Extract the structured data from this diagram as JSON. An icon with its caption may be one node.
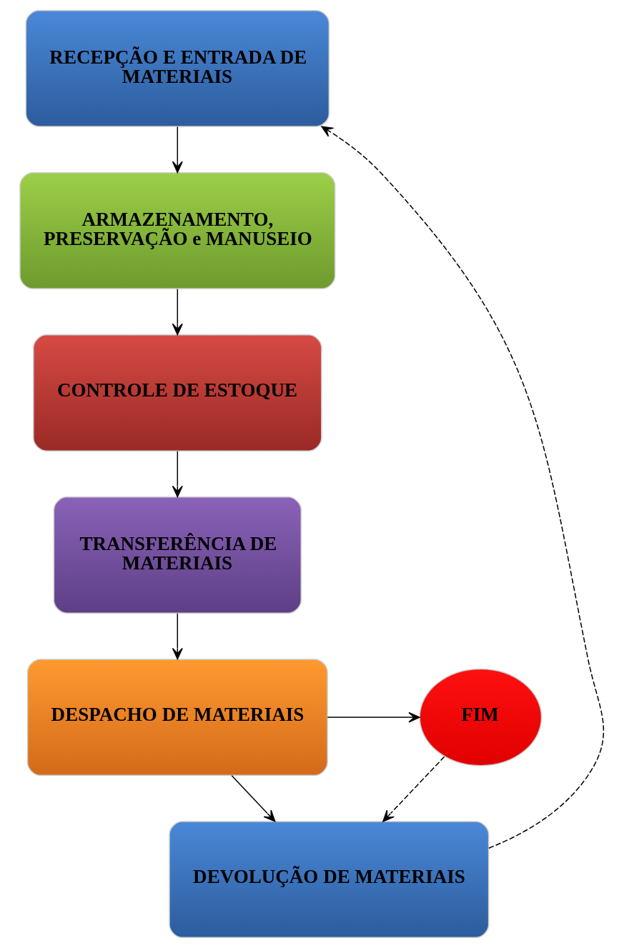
{
  "diagram": {
    "nodes": [
      {
        "text": [
          "RECEPÇÃO E ENTRADA DE MATERIAIS"
        ]
      },
      {
        "text": [
          "ARMAZENAMENTO, PRESERVAÇÃO e MANUSEIO"
        ]
      },
      {
        "text": [
          "CONTROLE DE ESTOQUE"
        ]
      },
      {
        "text": [
          "TRANSFERÊNCIA DE MATERIAIS"
        ]
      },
      {
        "text": [
          "DESPACHO DE MATERIAIS"
        ]
      },
      {
        "text": [
          "FIM"
        ]
      },
      {
        "text": [
          "DEVOLUÇÃO DE MATERIAIS"
        ]
      }
    ],
    "edges": [
      {
        "from": 0,
        "to": 1,
        "arrow": "to"
      },
      {
        "from": 1,
        "to": 2,
        "arrow": "to"
      },
      {
        "from": 2,
        "to": 3,
        "arrow": "to"
      },
      {
        "from": 3,
        "to": 4,
        "arrow": "to"
      },
      {
        "from": 4,
        "to": 5,
        "arrow": "to"
      },
      {
        "from": 4,
        "to": 6,
        "arrow": "to"
      },
      {
        "from": 5,
        "to": 6,
        "arrow": "to",
        "style": "dashed"
      },
      {
        "from": 6,
        "to": 0,
        "arrow": "to",
        "style": "dashed"
      }
    ]
  }
}
